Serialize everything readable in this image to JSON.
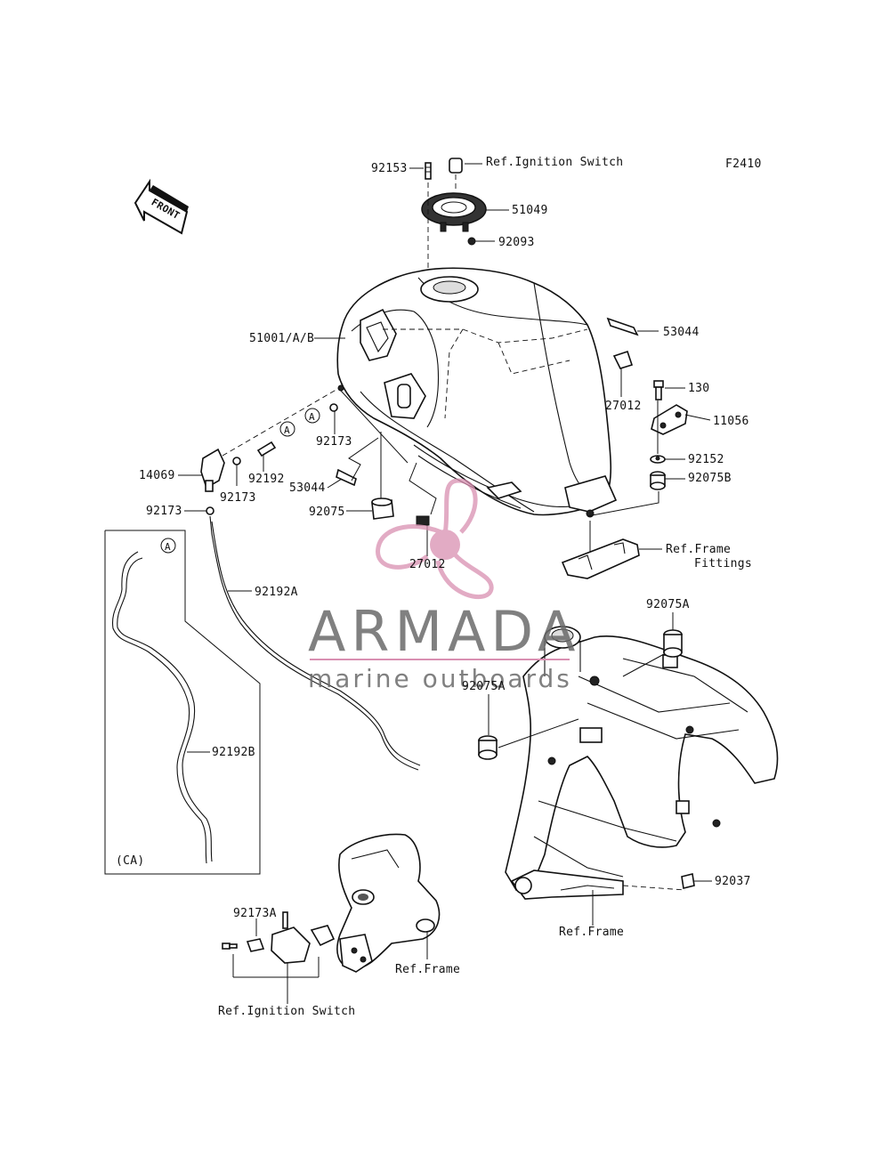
{
  "figure_code": "F2410",
  "front_arrow_label": "FRONT",
  "watermark": {
    "brand": "ARMADA",
    "tagline": "marine outboards"
  },
  "labels": {
    "p92153": "92153",
    "ref_ignition_top": "Ref.Ignition Switch",
    "p51049": "51049",
    "p92093": "92093",
    "p53044_right": "53044",
    "p51001": "51001/A/B",
    "p27012_right": "27012",
    "p130": "130",
    "p11056": "11056",
    "p92152": "92152",
    "p92075B": "92075B",
    "p92173_a": "92173",
    "p53044_left": "53044",
    "p92075": "92075",
    "p14069": "14069",
    "p92192": "92192",
    "p92173_b": "92173",
    "p92173_c": "92173",
    "p27012_center": "27012",
    "ref_frame_fittings_1": "Ref.Frame",
    "ref_frame_fittings_2": "Fittings",
    "p92192A": "92192A",
    "p92075A_top": "92075A",
    "p92075A_left": "92075A",
    "p92192B": "92192B",
    "ca": "(CA)",
    "p92037": "92037",
    "ref_frame_right": "Ref.Frame",
    "p92173A": "92173A",
    "ref_frame_bottom": "Ref.Frame",
    "ref_ignition_bottom": "Ref.Ignition Switch",
    "marker_A": "A"
  }
}
